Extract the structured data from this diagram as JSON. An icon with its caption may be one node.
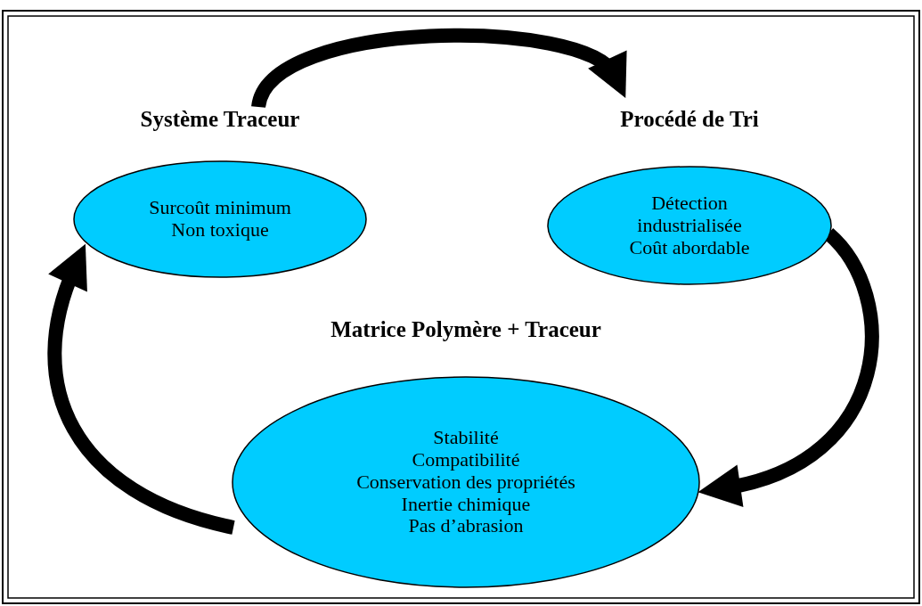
{
  "diagram": {
    "nodes": [
      {
        "text": [
          "Système Traceur",
          "Surcoût minimum",
          "Non toxique"
        ]
      },
      {
        "text": [
          "Procédé de Tri",
          "Détection industrialisée",
          "Coût abordable"
        ]
      },
      {
        "text": [
          "Matrice Polymère + Traceur",
          "Stabilité",
          "Compatibilité",
          "Conservation des propriétés",
          "Inertie chimique",
          "Pas d’abrasion"
        ]
      }
    ],
    "edges": [
      {
        "from": 0,
        "to": 1,
        "arrow": "to"
      },
      {
        "from": 1,
        "to": 2,
        "arrow": "to"
      },
      {
        "from": 2,
        "to": 0,
        "arrow": "to"
      }
    ]
  }
}
